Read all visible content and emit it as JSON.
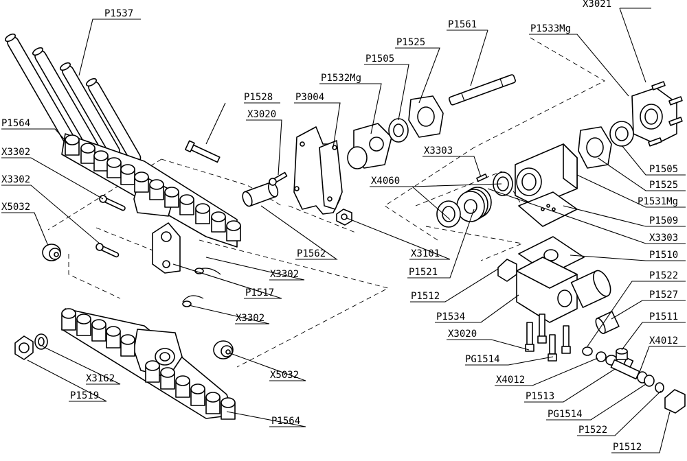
{
  "diagram": {
    "labels": [
      {
        "id": "x3021",
        "text": "X3021"
      },
      {
        "id": "p1537",
        "text": "P1537"
      },
      {
        "id": "p1561",
        "text": "P1561"
      },
      {
        "id": "p1533mg",
        "text": "P1533Mg"
      },
      {
        "id": "p1525_top",
        "text": "P1525"
      },
      {
        "id": "p1505_top",
        "text": "P1505"
      },
      {
        "id": "p1532mg",
        "text": "P1532Mg"
      },
      {
        "id": "p1528",
        "text": "P1528"
      },
      {
        "id": "p3004",
        "text": "P3004"
      },
      {
        "id": "x3020_top",
        "text": "X3020"
      },
      {
        "id": "p1564_top",
        "text": "P1564"
      },
      {
        "id": "x3302_a",
        "text": "X3302"
      },
      {
        "id": "x3302_b",
        "text": "X3302"
      },
      {
        "id": "x5032_left",
        "text": "X5032"
      },
      {
        "id": "x3303_top",
        "text": "X3303"
      },
      {
        "id": "x4060",
        "text": "X4060"
      },
      {
        "id": "p1505_right",
        "text": "P1505"
      },
      {
        "id": "p1525_right",
        "text": "P1525"
      },
      {
        "id": "p1531mg",
        "text": "P1531Mg"
      },
      {
        "id": "p1509",
        "text": "P1509"
      },
      {
        "id": "x3303_right",
        "text": "X3303"
      },
      {
        "id": "p1510",
        "text": "P1510"
      },
      {
        "id": "p1562",
        "text": "P1562"
      },
      {
        "id": "x3101",
        "text": "X3101"
      },
      {
        "id": "p1521",
        "text": "P1521"
      },
      {
        "id": "x3302_c",
        "text": "X3302"
      },
      {
        "id": "p1517",
        "text": "P1517"
      },
      {
        "id": "p1512_mid",
        "text": "P1512"
      },
      {
        "id": "p1522_top",
        "text": "P1522"
      },
      {
        "id": "p1527",
        "text": "P1527"
      },
      {
        "id": "p1534",
        "text": "P1534"
      },
      {
        "id": "x3302_d",
        "text": "X3302"
      },
      {
        "id": "p1511",
        "text": "P1511"
      },
      {
        "id": "x3020_bottom",
        "text": "X3020"
      },
      {
        "id": "x4012_right",
        "text": "X4012"
      },
      {
        "id": "pg1514_a",
        "text": "PG1514"
      },
      {
        "id": "x5032_bottom",
        "text": "X5032"
      },
      {
        "id": "x3162",
        "text": "X3162"
      },
      {
        "id": "x4012_left",
        "text": "X4012"
      },
      {
        "id": "p1519",
        "text": "P1519"
      },
      {
        "id": "p1513",
        "text": "P1513"
      },
      {
        "id": "pg1514_b",
        "text": "PG1514"
      },
      {
        "id": "p1564_bottom",
        "text": "P1564"
      },
      {
        "id": "p1522_bottom",
        "text": "P1522"
      },
      {
        "id": "p1512_bottom",
        "text": "P1512"
      }
    ]
  }
}
